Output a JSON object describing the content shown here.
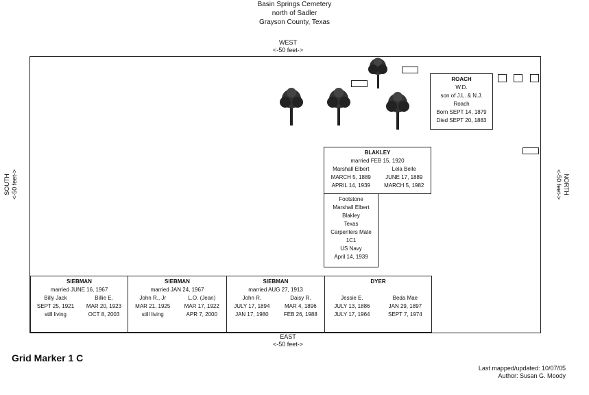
{
  "header": {
    "line1": "Basin Springs Cemetery",
    "line2": "north of Sadler",
    "line3": "Grayson County, Texas"
  },
  "directions": {
    "west": "WEST",
    "west_dist": "<-50 feet->",
    "east": "EAST",
    "east_dist": "<-50 feet->",
    "south": "SOUTH",
    "south_dist": "<-50 feet->",
    "north": "NORTH",
    "north_dist": "<-50 feet->"
  },
  "roach": {
    "name": "ROACH",
    "lines": [
      "W.D.",
      "son of J.L. & N.J.",
      "Roach",
      "Born SEPT 14, 1879",
      "Died SEPT 20, 1883"
    ]
  },
  "blakley": {
    "name": "BLAKLEY",
    "married": "married FEB 15, 1920",
    "left": [
      "Marshall Elbert",
      "MARCH 5, 1889",
      "APRIL 14, 1939"
    ],
    "right": [
      "Lela Belle",
      "JUNE 17, 1889",
      "MARCH 5, 1982"
    ]
  },
  "footstone": {
    "lines": [
      "Footstone",
      "Marshall Elbert",
      "Blakley",
      "Texas",
      "Carpenters Mate",
      "1C1",
      "US Navy",
      "April 14, 1939"
    ]
  },
  "bottom_plots": [
    {
      "name": "SIEBMAN",
      "married": "married JUNE 16, 1967",
      "left": [
        "Billy Jack",
        "SEPT 25, 1921",
        "still living"
      ],
      "right": [
        "Billie E.",
        "MAR 20, 1923",
        "OCT 8, 2003"
      ]
    },
    {
      "name": "SIEBMAN",
      "married": "married JAN 24, 1967",
      "left": [
        "John R., Jr",
        "MAR 21, 1925",
        "still living"
      ],
      "right": [
        "L.O. (Jean)",
        "MAR 17, 1922",
        "APR 7, 2000"
      ]
    },
    {
      "name": "SIEBMAN",
      "married": "married AUG 27, 1913",
      "left": [
        "John R.",
        "JULY 17, 1894",
        "JAN 17, 1980"
      ],
      "right": [
        "Daisy R.",
        "MAR 4, 1896",
        "FEB 26, 1988"
      ]
    },
    {
      "name": "DYER",
      "married": "",
      "left": [
        "Jessie E.",
        "JULY 13, 1886",
        "JULY 17, 1964"
      ],
      "right": [
        "Beda Mae",
        "JAN 29, 1897",
        "SEPT 7, 1974"
      ]
    }
  ],
  "grid_marker": "Grid Marker 1 C",
  "footer": {
    "updated": "Last mapped/updated: 10/07/05",
    "author": "Author: Susan G. Moody"
  }
}
